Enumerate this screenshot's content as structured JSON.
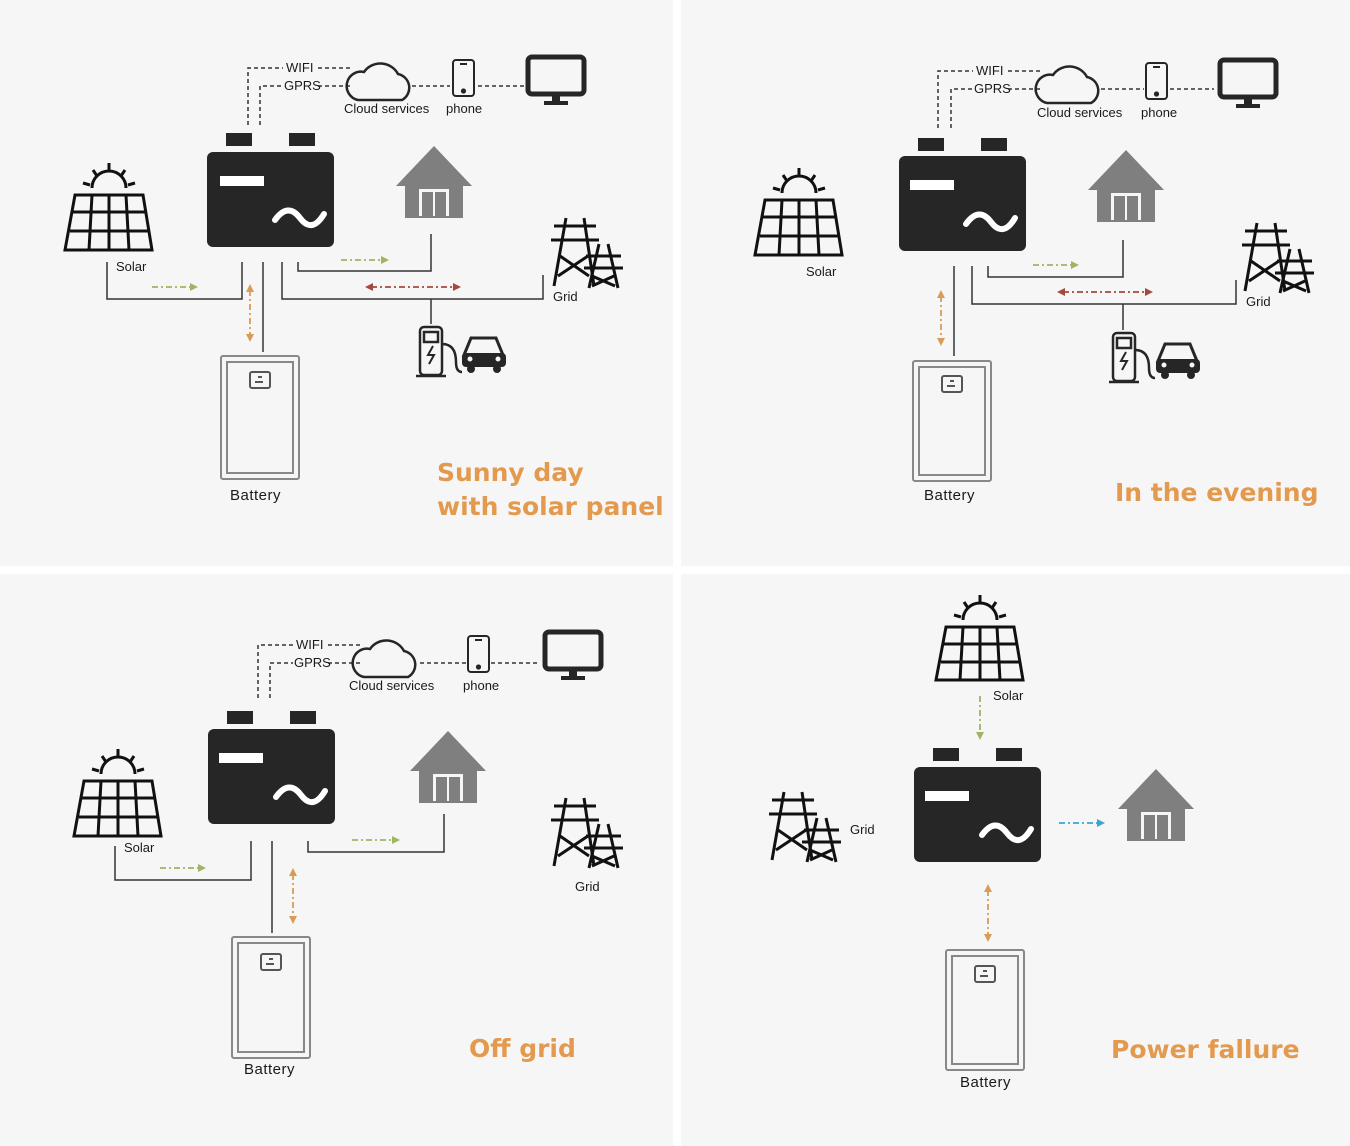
{
  "colors": {
    "background": "#f6f6f6",
    "title": "#e39a4e",
    "device": "#262626",
    "house": "#808080",
    "flow_green": "#9fb562",
    "flow_orange": "#d99c56",
    "flow_red": "#a54a3a",
    "flow_blue": "#3aa6d6"
  },
  "labels": {
    "wifi": "WIFI",
    "gprs": "GPRS",
    "cloud": "Cloud services",
    "phone": "phone",
    "solar": "Solar",
    "grid": "Grid",
    "battery": "Battery"
  },
  "panels": [
    {
      "id": "sunny",
      "title_lines": [
        "Sunny day",
        "with solar panel"
      ]
    },
    {
      "id": "evening",
      "title_lines": [
        "In the evening"
      ]
    },
    {
      "id": "offgrid",
      "title_lines": [
        "Off grid"
      ]
    },
    {
      "id": "failure",
      "title_lines": [
        "Power fallure"
      ]
    }
  ],
  "icons": [
    "solar-panel-icon",
    "inverter-icon",
    "house-icon",
    "power-tower-icon",
    "battery-icon",
    "ev-charger-icon",
    "car-icon",
    "cloud-icon",
    "phone-icon",
    "monitor-icon"
  ]
}
